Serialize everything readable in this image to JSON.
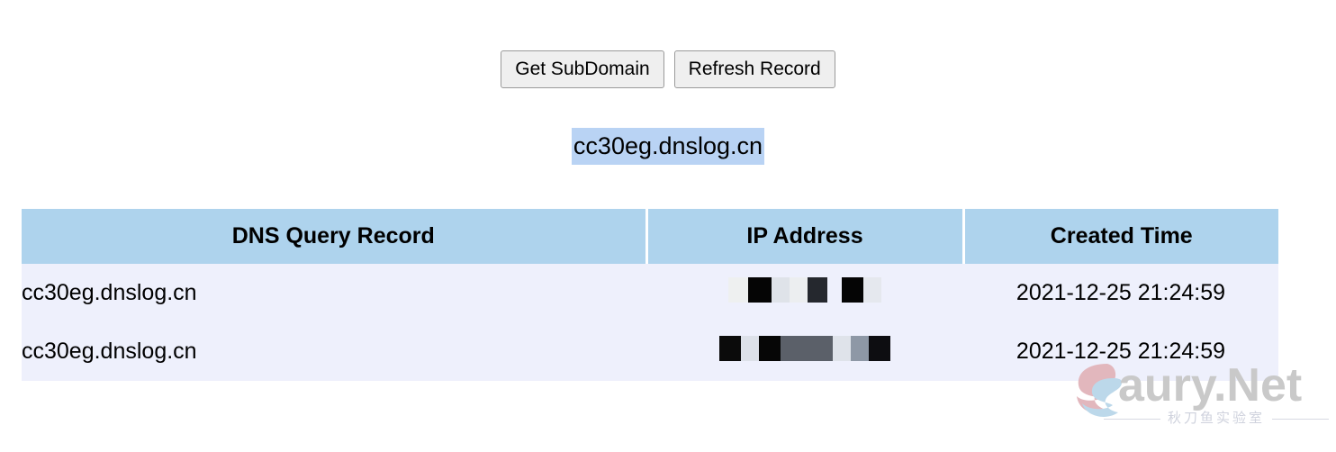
{
  "toolbar": {
    "get_subdomain_label": "Get SubDomain",
    "refresh_record_label": "Refresh Record"
  },
  "generated_domain": {
    "value": "cc30eg.dnslog.cn",
    "selected": true,
    "selection_color": "#b9d3f4"
  },
  "table": {
    "header_color": "#aed3ed",
    "row_color": "#eef0fc",
    "columns": [
      {
        "key": "record",
        "label": "DNS Query Record"
      },
      {
        "key": "ip",
        "label": "IP Address"
      },
      {
        "key": "time",
        "label": "Created Time"
      }
    ],
    "rows": [
      {
        "record": "cc30eg.dnslog.cn",
        "ip": "",
        "ip_redacted": true,
        "time": "2021-12-25 21:24:59"
      },
      {
        "record": "cc30eg.dnslog.cn",
        "ip": "",
        "ip_redacted": true,
        "time": "2021-12-25 21:24:59"
      }
    ]
  },
  "redaction": {
    "row1_blocks": [
      {
        "w": 22,
        "color": "#eef0f0"
      },
      {
        "w": 26,
        "color": "#050505"
      },
      {
        "w": 20,
        "color": "#dfe3e9"
      },
      {
        "w": 20,
        "color": "#eceef0"
      },
      {
        "w": 22,
        "color": "#25282e"
      },
      {
        "w": 16,
        "color": "#eef0fc"
      },
      {
        "w": 24,
        "color": "#050505"
      },
      {
        "w": 20,
        "color": "#e5e8ee"
      }
    ],
    "row2_blocks": [
      {
        "w": 24,
        "color": "#0b0b0b"
      },
      {
        "w": 20,
        "color": "#dde1e9"
      },
      {
        "w": 24,
        "color": "#060606"
      },
      {
        "w": 58,
        "color": "#5b6069"
      },
      {
        "w": 20,
        "color": "#dfe3ea"
      },
      {
        "w": 20,
        "color": "#8e98a6"
      },
      {
        "w": 24,
        "color": "#0d0d11"
      }
    ]
  },
  "watermark": {
    "title": "aury.Net",
    "subtitle": "秋刀鱼实验室",
    "logo_color_a": "#e2b7bd",
    "logo_color_b": "#bcd8ea",
    "text_color": "#c9c9c9"
  }
}
